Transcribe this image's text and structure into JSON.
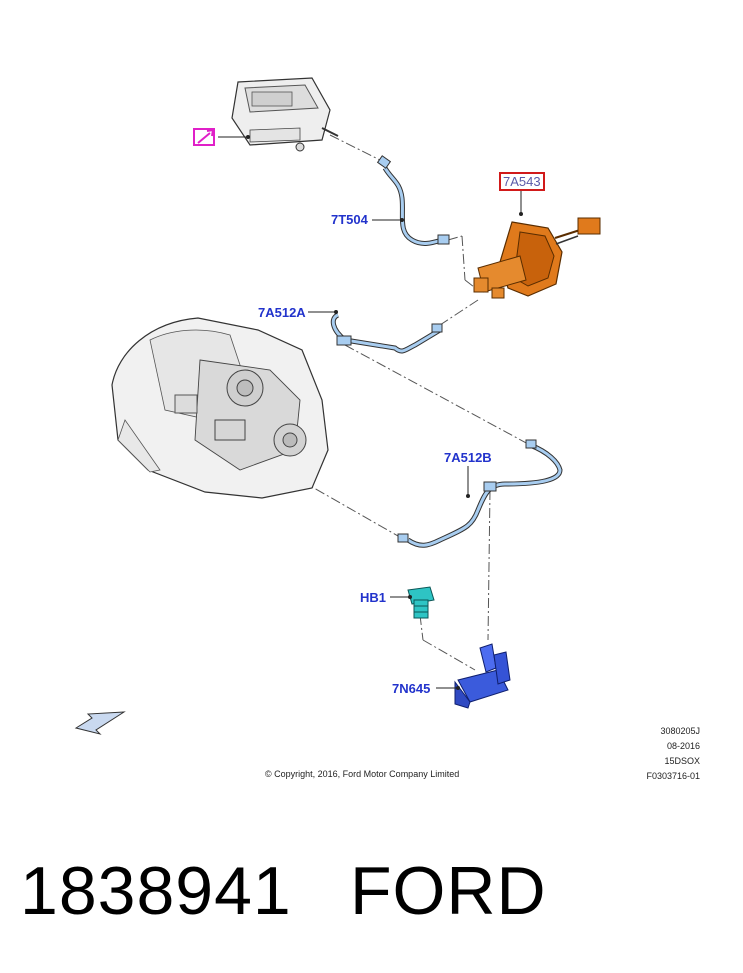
{
  "callouts": {
    "reservoir_icon": "wrench-icon",
    "slave_cylinder": "7A543",
    "hose": "7T504",
    "tube_upper": "7A512A",
    "tube_lower": "7A512B",
    "bolt": "HB1",
    "bracket": "7N645"
  },
  "meta": {
    "line1": "3080205J",
    "line2": "08-2016",
    "line3": "15DSOX",
    "line4": "F0303716-01"
  },
  "copyright": "© Copyright, 2016, Ford Motor Company Limited",
  "footer": {
    "part_number": "1838941",
    "brand": "FORD"
  },
  "colors": {
    "callout_text": "#2233cc",
    "highlight_box": "#d11a1a",
    "icon_box": "#e020c8",
    "slave_cylinder": "#e07a1c",
    "pipe": "#7fb2e6",
    "bolt": "#2ec4c4",
    "bracket": "#3b5bdc"
  }
}
